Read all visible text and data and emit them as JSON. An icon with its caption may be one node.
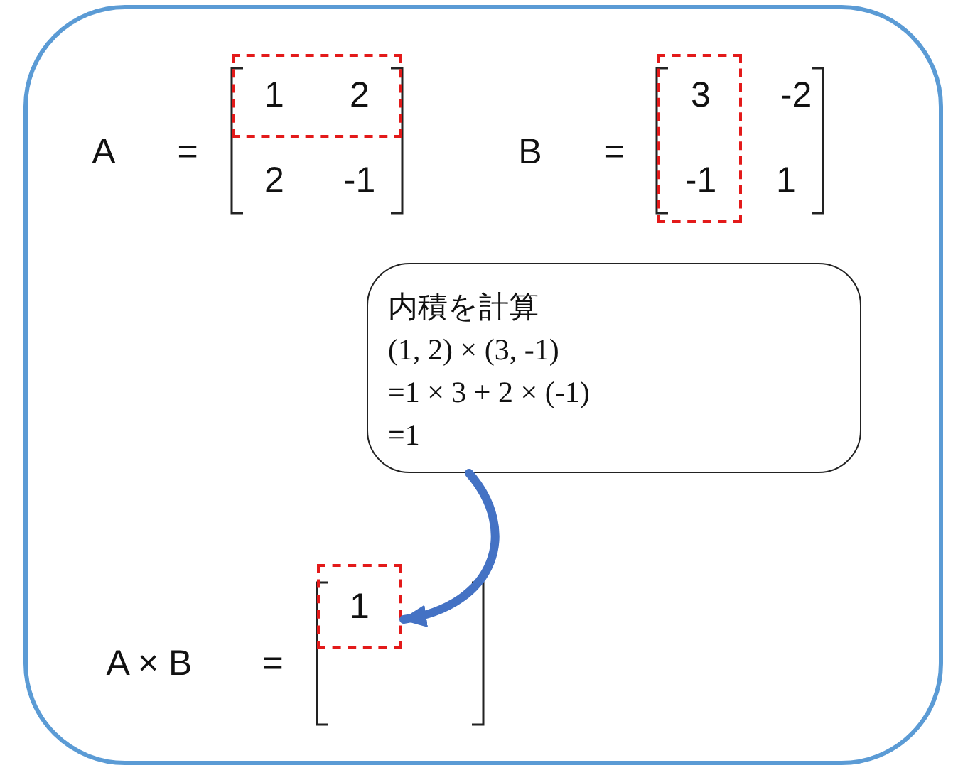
{
  "diagram": {
    "nodes": [
      {
        "text": [
          "1",
          "2"
        ]
      },
      {
        "text": [
          "3",
          "-1"
        ]
      },
      {
        "text": [
          "内積を計算",
          "(1, 2) × (3, -1)",
          "=1 × 3 + 2 × (-1)",
          "=1"
        ]
      },
      {
        "text": [
          "1"
        ]
      }
    ],
    "edges": [
      {
        "from": 2,
        "to": 3,
        "arrow": "to"
      }
    ],
    "labels": [
      "A",
      "=",
      "-2",
      "B",
      "=",
      "2",
      "-1",
      "1",
      "A × B",
      "="
    ]
  }
}
